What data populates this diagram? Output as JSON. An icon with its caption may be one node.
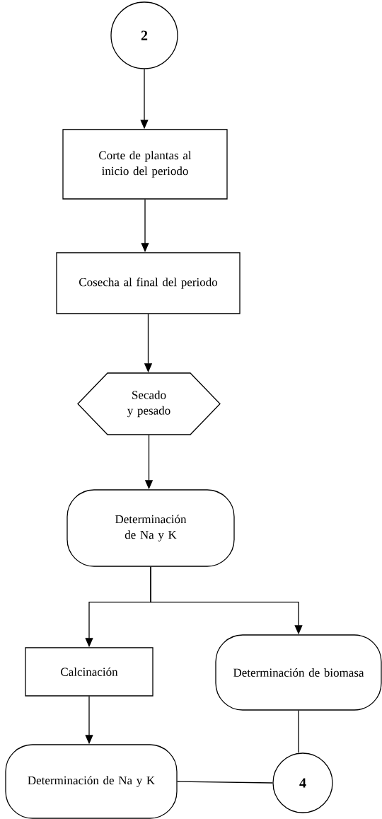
{
  "diagram": {
    "nodes": [
      {
        "text": [
          "2"
        ]
      },
      {
        "text": [
          "Corte de plantas al inicio del periodo"
        ]
      },
      {
        "text": [
          "Cosecha al final del periodo"
        ]
      },
      {
        "text": [
          "Secado y pesado"
        ]
      },
      {
        "text": [
          "Determinación de Na y K"
        ]
      },
      {
        "text": [
          "Calcinación"
        ]
      },
      {
        "text": [
          "Determinación de biomasa"
        ]
      },
      {
        "text": [
          "Determinación de Na y K"
        ]
      },
      {
        "text": [
          "4"
        ]
      }
    ],
    "edges": [
      {
        "from": 0,
        "to": 1,
        "arrow": "to"
      },
      {
        "from": 1,
        "to": 2,
        "arrow": "to"
      },
      {
        "from": 2,
        "to": 3,
        "arrow": "to"
      },
      {
        "from": 3,
        "to": 4,
        "arrow": "to"
      },
      {
        "from": 4,
        "to": 5,
        "arrow": "to"
      },
      {
        "from": 4,
        "to": 6,
        "arrow": "to"
      },
      {
        "from": 5,
        "to": 7,
        "arrow": "to"
      },
      {
        "from": 6,
        "to": 8,
        "arrow": "none"
      },
      {
        "from": 7,
        "to": 8,
        "arrow": "none"
      }
    ]
  }
}
